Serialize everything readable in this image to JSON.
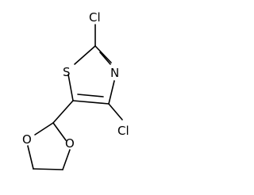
{
  "molecule": {
    "atoms": {
      "cl_top": "Cl",
      "s_ring": "S",
      "n_ring": "N",
      "cl_right": "Cl",
      "o_left": "O",
      "o_right": "O"
    },
    "colors": {
      "bond": "#000000",
      "text": "#000000",
      "background": "#ffffff"
    }
  }
}
